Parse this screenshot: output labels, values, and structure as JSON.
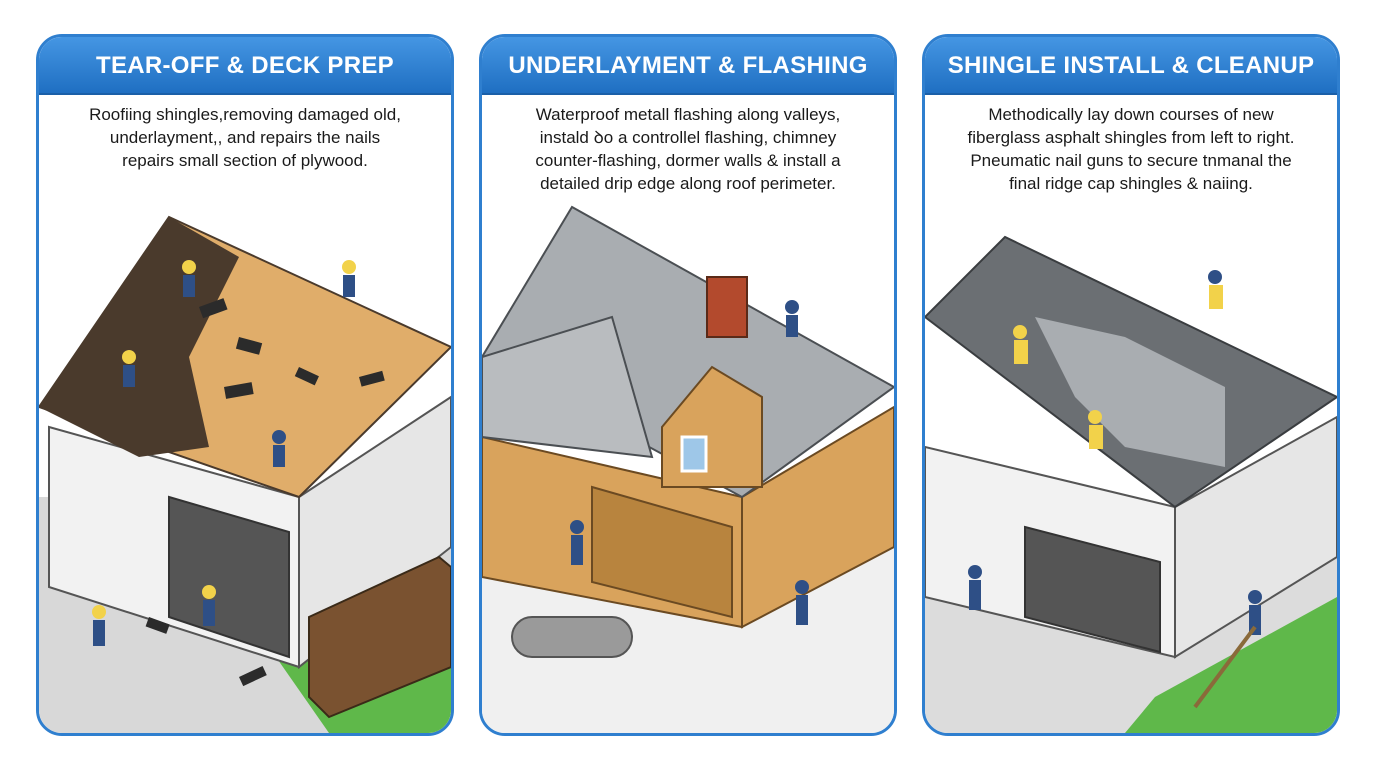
{
  "panels": [
    {
      "title": "TEAR-OFF & DECK PREP",
      "description": "Roofiing shingles,removing damaged old,\nunderlayment,, and repairs the nails\nrepairs small section of plywood."
    },
    {
      "title": "UNDERLAYMENT & FLASHING",
      "description": "Waterproof metall flashing along valleys,\ninstald ꝺo a controllel flashing, chimney\ncounter-flashing, dormer walls & install a\ndetailed drip edge along roof perimeter."
    },
    {
      "title": "SHINGLE INSTALL & CLEANUP",
      "description": "Methodically lay down courses of new\nfiberglass asphalt shingles from left to right.\nPneumatic nail guns to secure tnmanal the\nfinal ridge cap shingles & naiing."
    }
  ],
  "colors": {
    "border": "#2f7fcf",
    "header": "#2c7fd0",
    "shingle_old": "#4a3a2c",
    "plywood": "#e0ad6a",
    "underlayment": "#a9adb1",
    "shingle_new": "#6b6f73",
    "siding": "#f2f2f2",
    "wood_siding": "#d9a35c",
    "worker_shirt": "#f2d24a",
    "worker_pants": "#2e4f86",
    "grass": "#5fb84a"
  }
}
